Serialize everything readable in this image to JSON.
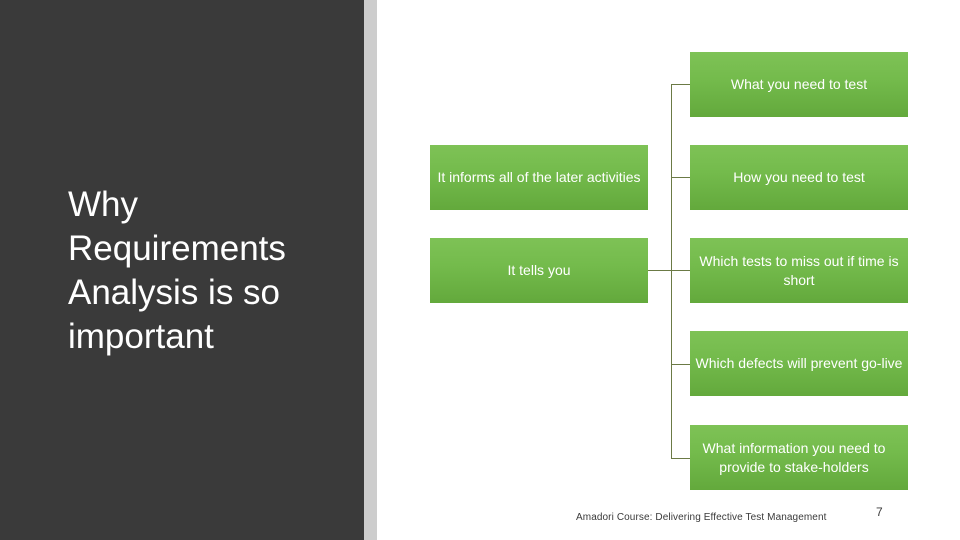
{
  "slide": {
    "title": "Why Requirements Analysis is so important",
    "background_color": "#ffffff",
    "panel_color": "#3a3a3a",
    "panel_edge_color": "#cdcdcd",
    "node_color": "#6cb53f",
    "connector_color": "#6b7a45",
    "title_color": "#ffffff"
  },
  "diagram": {
    "type": "hierarchy",
    "left_nodes": [
      {
        "label": "It informs all of the later activities"
      },
      {
        "label": "It tells you"
      }
    ],
    "right_nodes": [
      {
        "label": "What you need to test"
      },
      {
        "label": "How you need to test"
      },
      {
        "label": "Which tests to miss out if time is short"
      },
      {
        "label": "Which defects will prevent go-live"
      },
      {
        "label": "What information you need to provide to stake-holders"
      }
    ]
  },
  "footer": {
    "text": "Amadori Course: Delivering Effective Test Management",
    "page_number": "7"
  }
}
